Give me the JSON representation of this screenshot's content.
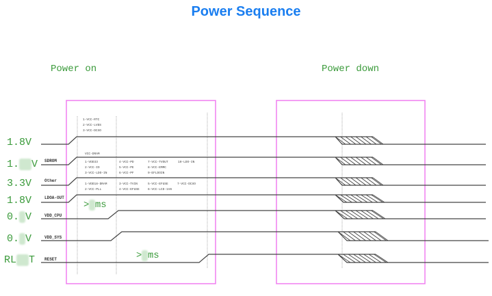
{
  "title": "Power Sequence",
  "phases": {
    "power_on": "Power on",
    "power_down": "Power down"
  },
  "colors": {
    "title": "#1a7ef0",
    "label": "#3a9a3a",
    "box": "#f07ef0",
    "line": "#444444"
  },
  "rails": [
    {
      "voltage": "1.8V",
      "signal": "",
      "voltage_obscured": false
    },
    {
      "voltage": "1.?V",
      "signal": "SDROM",
      "voltage_obscured": true
    },
    {
      "voltage": "3.3V",
      "signal": "Other",
      "voltage_obscured": false
    },
    {
      "voltage": "1.8V",
      "signal": "LDOA-OUT",
      "voltage_obscured": false
    },
    {
      "voltage": "0.?V",
      "signal": "VDD_CPU",
      "voltage_obscured": true
    },
    {
      "voltage": "0.?V",
      "signal": "VDD_SYS",
      "voltage_obscured": true
    },
    {
      "voltage": "RE?T",
      "signal": "RESET",
      "voltage_obscured": true
    }
  ],
  "voltage_text": {
    "r0": "1.8V",
    "r1a": "1.",
    "r1b": "V",
    "r2": "3.3V",
    "r3": "1.8V",
    "r4a": "0.",
    "r4b": "V",
    "r5a": "0.",
    "r5b": "V",
    "r6a": "RL",
    "r6b": "T"
  },
  "notes": {
    "group1": "1-VCC-RTC\n2-VCC-LVDS\n3-VCC-DCXO",
    "vcc_dram": "VCC-DRAM",
    "group2_col1": "1-VDD33\n2-VCC-IO\n3-VCC-LDO-IN",
    "group2_col2": "4-VCC-PD\n5-VCC-PE\n6-VCC-PF",
    "group2_col3": "7-VCC-TVOUT\n8-VCC-EMMC\n9-EFLDOIN",
    "group2_col4": "10-LDO-IN",
    "group3_col1": "1-VDD18-DRAM\n2-VCC-PLL",
    "group3_col2": "3-VCC-TVIN\n4-VCC-EFUSE",
    "group3_col3": "5-VCC-EFUSE\n6-VCC-LCD-1V8",
    "group3_col4": "7-VCC-DCXO"
  },
  "delays": {
    "d1_prefix": ">",
    "d1_suffix": "ms",
    "d2_prefix": ">",
    "d2_suffix": "ms"
  }
}
